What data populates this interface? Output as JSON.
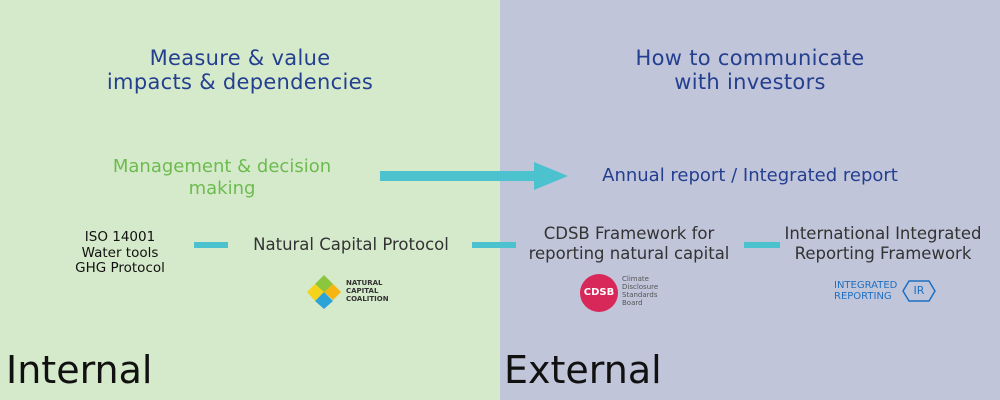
{
  "left": {
    "heading": [
      "Measure & value",
      "impacts & dependencies"
    ],
    "management": [
      "Management & decision",
      "making"
    ],
    "tools": [
      "ISO 14001",
      "Water tools",
      "GHG Protocol"
    ],
    "protocol": "Natural Capital Protocol",
    "logo_text": [
      "NATURAL",
      "CAPITAL",
      "COALITION"
    ],
    "label": "Internal"
  },
  "right": {
    "heading": [
      "How to communicate",
      "with investors"
    ],
    "annual": "Annual report / Integrated report",
    "cdsb_framework": [
      "CDSB Framework for",
      "reporting natural capital"
    ],
    "iirf": [
      "International Integrated",
      "Reporting Framework"
    ],
    "cdsb_logo": "CDSB",
    "cdsb_logo_text": [
      "Climate",
      "Disclosure",
      "Standards",
      "Board"
    ],
    "ir_logo_text": [
      "INTEGRATED",
      "REPORTING"
    ],
    "ir_mark": "IR",
    "label": "External"
  },
  "colors": {
    "left_bg": "#d5eacb",
    "right_bg": "#c1c5da",
    "heading_blue": "#243f8f",
    "green_text": "#6dbb4f",
    "teal": "#4dc2cf",
    "cdsb_red": "#d8285a"
  },
  "icons": [
    "arrow-right-icon",
    "natural-capital-coalition-logo",
    "cdsb-logo",
    "integrated-reporting-logo"
  ]
}
